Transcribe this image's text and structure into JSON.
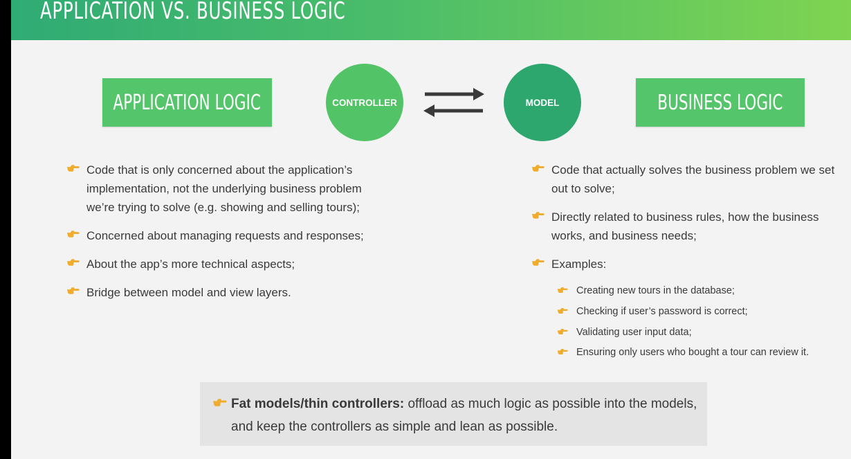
{
  "header": {
    "title": "APPLICATION VS. BUSINESS LOGIC"
  },
  "boxes": {
    "left": "APPLICATION LOGIC",
    "right": "BUSINESS LOGIC"
  },
  "circles": {
    "controller": "CONTROLLER",
    "model": "MODEL"
  },
  "colors": {
    "header_start": "#2fab74",
    "header_end": "#7fd451",
    "box_green": "#55c56b",
    "controller_green": "#52c467",
    "model_green": "#2ea76e",
    "arrow": "#3a3a3a",
    "bullet_icon": "#f0ac2c"
  },
  "left_list": [
    {
      "text": "Code that is only concerned about the application’s implementation, not the underlying business problem we’re trying to solve (e.g. showing and selling tours);"
    },
    {
      "text": "Concerned about managing requests and responses;"
    },
    {
      "text": "About the app’s more technical aspects;"
    },
    {
      "text": "Bridge between model and view layers."
    }
  ],
  "right_list": [
    {
      "text": "Code that actually solves the business problem we set out to solve;"
    },
    {
      "text": "Directly related to business rules, how the business works, and business needs;"
    },
    {
      "text": "Examples:"
    }
  ],
  "examples": [
    {
      "text": "Creating new tours in the database;"
    },
    {
      "text": "Checking if user’s password is correct;"
    },
    {
      "text": "Validating user input data;"
    },
    {
      "text": "Ensuring only users who bought a tour can review it."
    }
  ],
  "callout": {
    "bold": "Fat models/thin controllers:",
    "text": " offload as much logic as possible into the models, and keep the controllers as simple and lean as possible."
  },
  "icons": {
    "bullet": "pointing-hand-icon",
    "exchange": "bidirectional-arrows-icon"
  }
}
